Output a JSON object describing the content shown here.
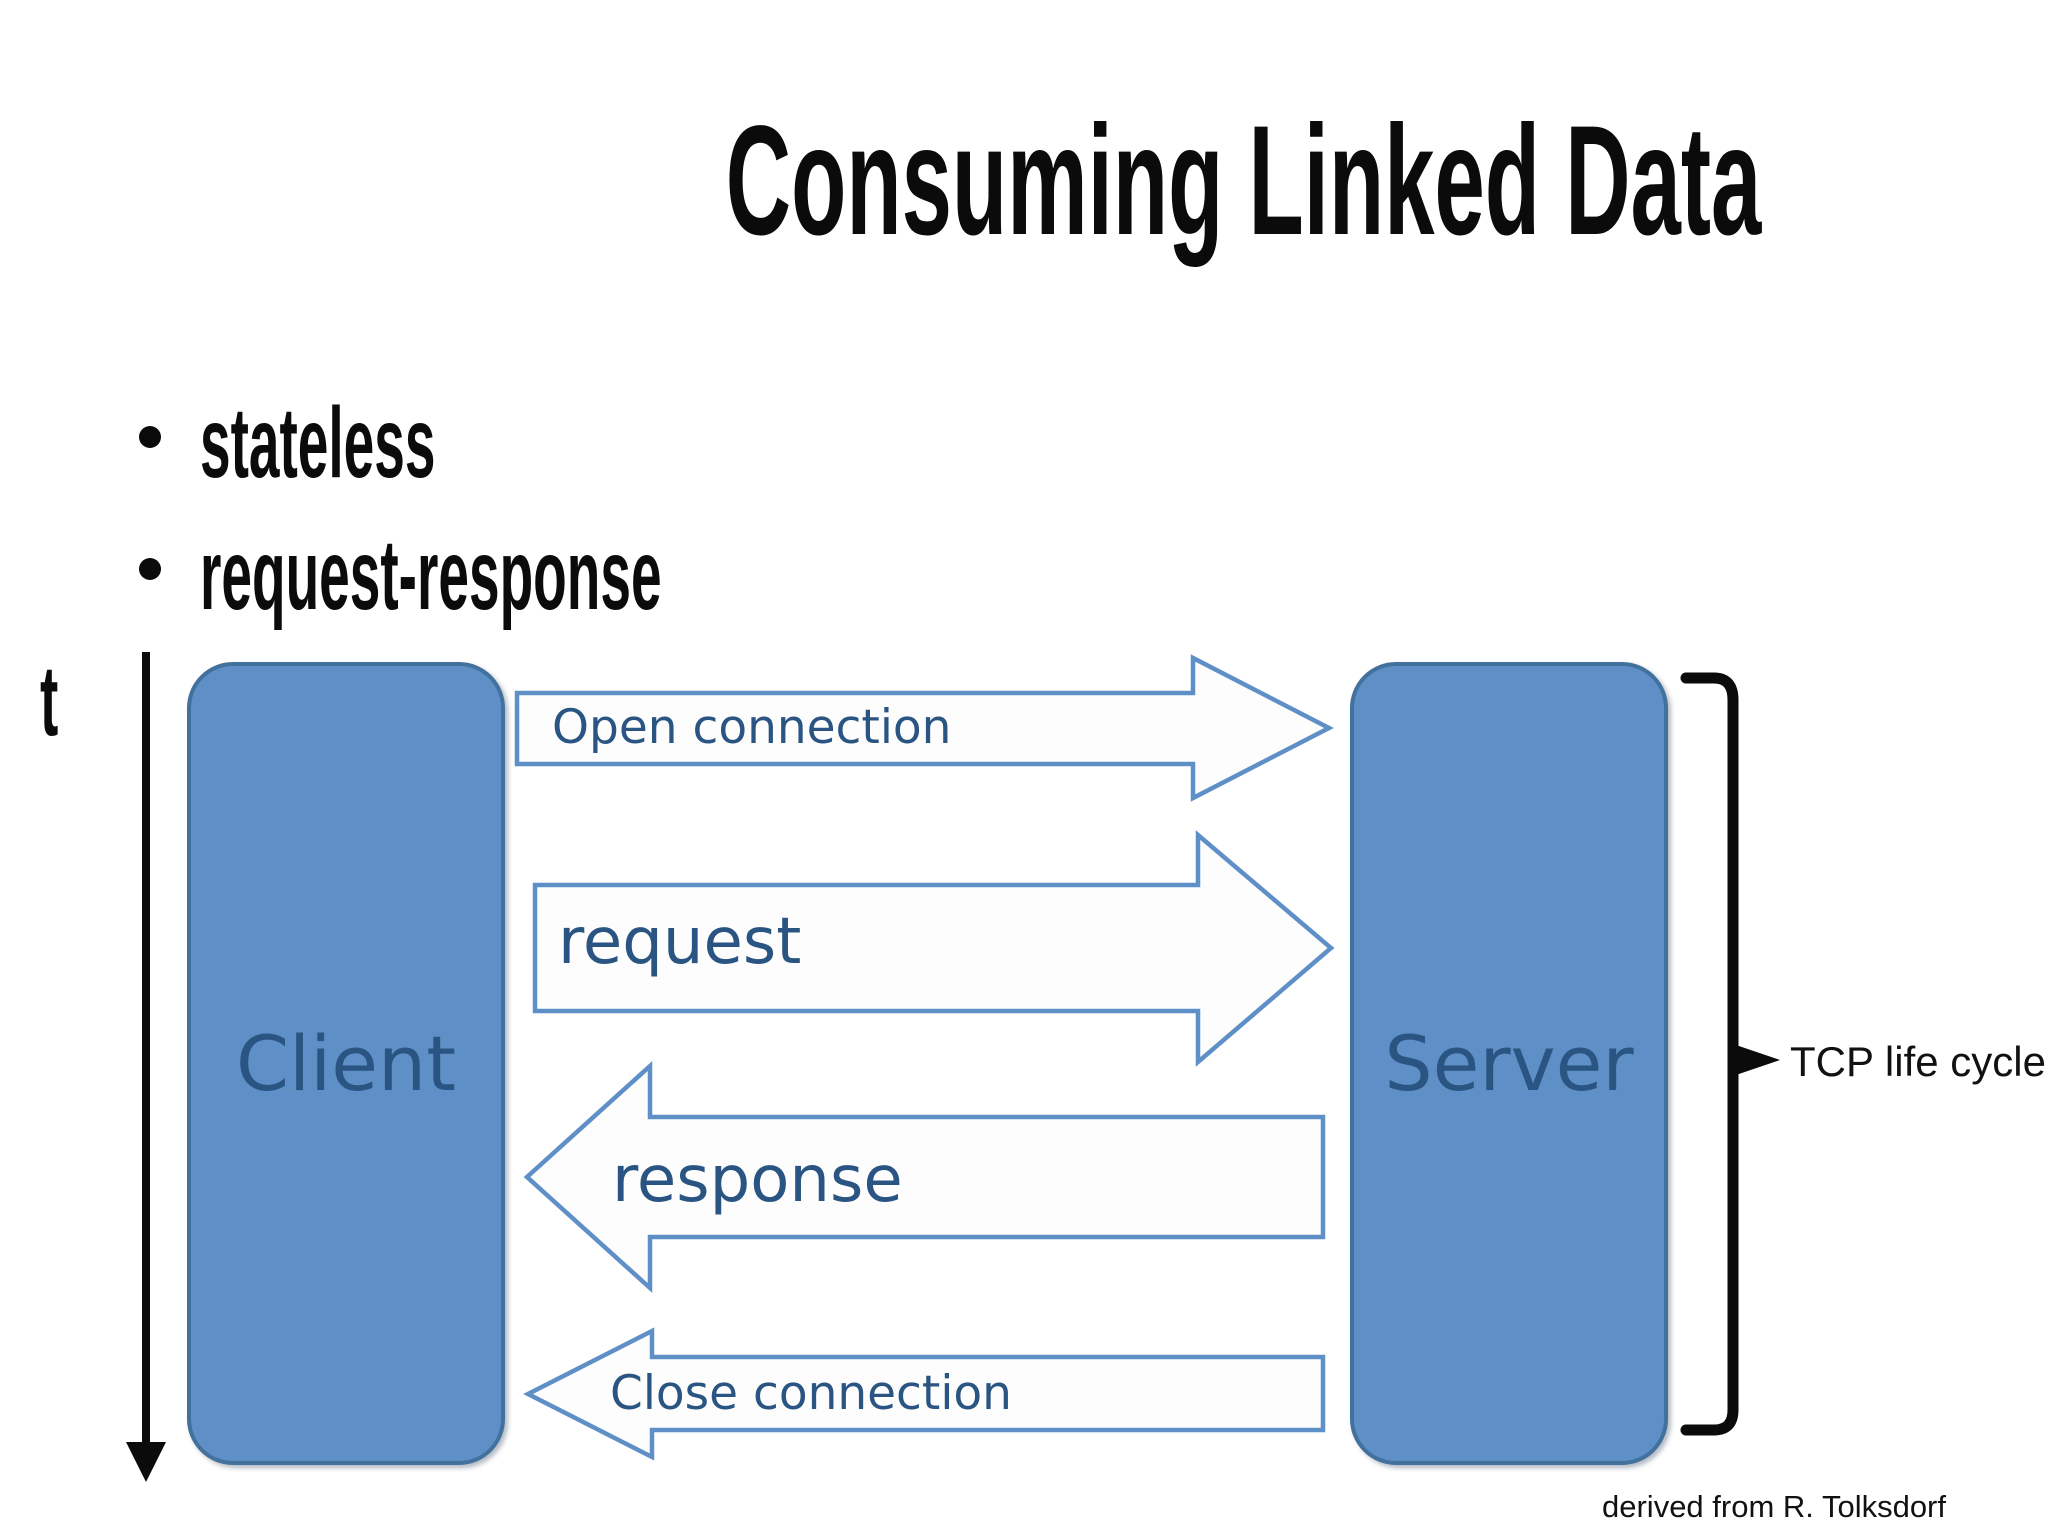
{
  "slide": {
    "title": "Consuming Linked Data",
    "bullets": [
      "stateless",
      "request-response"
    ],
    "attribution": "derived from R. Tolksdorf"
  },
  "diagram": {
    "time_axis_label": "t",
    "client_label": "Client",
    "server_label": "Server",
    "arrows": [
      {
        "label": "Open connection",
        "direction": "right",
        "from": "Client",
        "to": "Server"
      },
      {
        "label": "request",
        "direction": "right",
        "from": "Client",
        "to": "Server"
      },
      {
        "label": "response",
        "direction": "left",
        "from": "Server",
        "to": "Client"
      },
      {
        "label": "Close connection",
        "direction": "left",
        "from": "Server",
        "to": "Client"
      }
    ],
    "bracket_label": "TCP life cycle",
    "colors": {
      "box_fill": "#5f8fc7",
      "box_border": "#41719c",
      "box_text": "#2a5582",
      "arrow_fill": "#fdfdfd",
      "arrow_stroke": "#5f8fc7",
      "arrow_text": "#2a5582",
      "axis_and_bracket": "#0b0b0b",
      "background": "#ffffff"
    }
  }
}
